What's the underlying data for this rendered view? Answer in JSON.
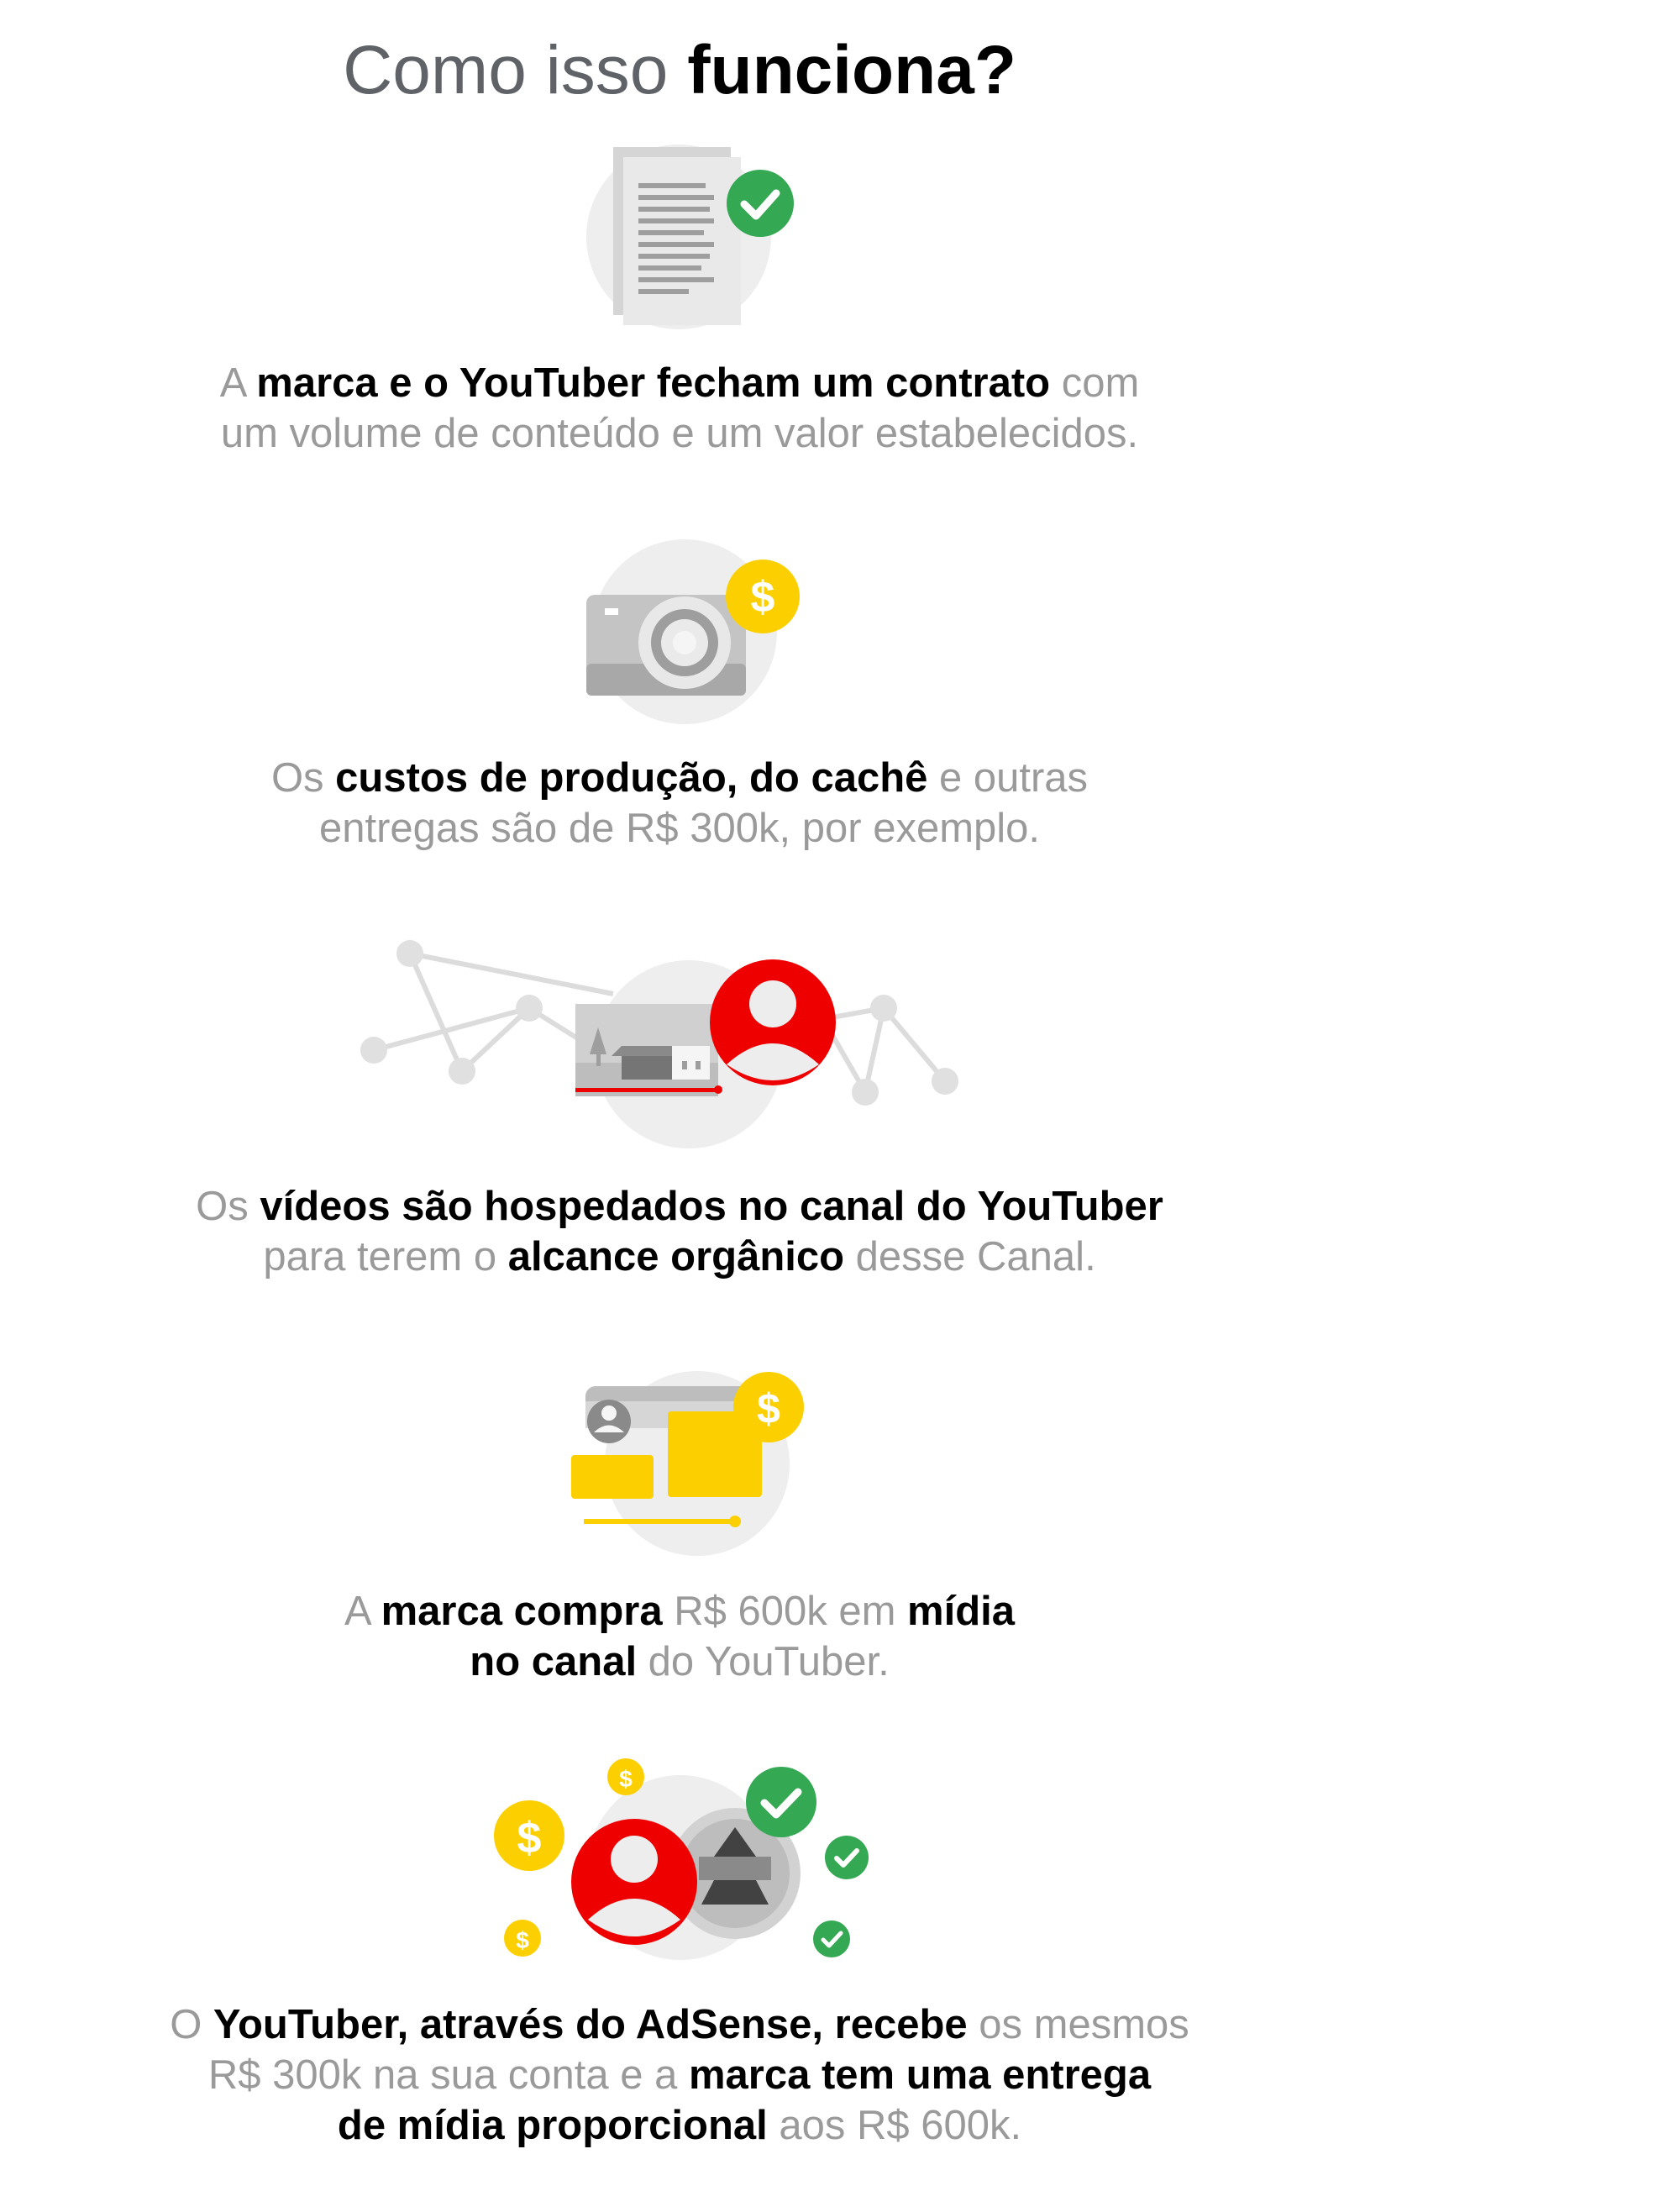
{
  "title": {
    "light": "Como isso ",
    "bold": "funciona?"
  },
  "steps": [
    {
      "icon": "contract-document-check-icon",
      "lines": [
        [
          {
            "t": "A ",
            "b": false
          },
          {
            "t": "marca e o YouTuber fecham um contrato",
            "b": true
          },
          {
            "t": " com",
            "b": false
          }
        ],
        [
          {
            "t": "um volume de conteúdo e um valor estabelecidos.",
            "b": false
          }
        ]
      ]
    },
    {
      "icon": "camera-dollar-icon",
      "lines": [
        [
          {
            "t": "Os ",
            "b": false
          },
          {
            "t": "custos de produção, do cachê",
            "b": true
          },
          {
            "t": " e outras",
            "b": false
          }
        ],
        [
          {
            "t": "entregas são de R$ 300k, por exemplo.",
            "b": false
          }
        ]
      ]
    },
    {
      "icon": "video-channel-network-icon",
      "lines": [
        [
          {
            "t": "Os ",
            "b": false
          },
          {
            "t": "vídeos são hospedados no canal do YouTuber",
            "b": true
          }
        ],
        [
          {
            "t": "para terem o ",
            "b": false
          },
          {
            "t": "alcance orgânico",
            "b": true
          },
          {
            "t": " desse Canal.",
            "b": false
          }
        ]
      ]
    },
    {
      "icon": "media-buy-dollar-icon",
      "lines": [
        [
          {
            "t": "A ",
            "b": false
          },
          {
            "t": "marca compra",
            "b": true
          },
          {
            "t": " R$ 600k em ",
            "b": false
          },
          {
            "t": "mídia",
            "b": true
          }
        ],
        [
          {
            "t": "no canal",
            "b": true
          },
          {
            "t": " do YouTuber.",
            "b": false
          }
        ]
      ]
    },
    {
      "icon": "adsense-payout-delivery-icon",
      "lines": [
        [
          {
            "t": "O ",
            "b": false
          },
          {
            "t": "YouTuber, através do AdSense, recebe",
            "b": true
          },
          {
            "t": " os mesmos",
            "b": false
          }
        ],
        [
          {
            "t": "R$ 300k na sua conta e a ",
            "b": false
          },
          {
            "t": "marca tem uma entrega",
            "b": true
          }
        ],
        [
          {
            "t": "de mídia proporcional",
            "b": true
          },
          {
            "t": " aos R$ 600k.",
            "b": false
          }
        ]
      ]
    }
  ],
  "colors": {
    "gray_circle": "#eeeeee",
    "green": "#34a853",
    "yellow": "#fcd000",
    "red": "#ee0000",
    "caption_gray": "#9a9a9a"
  }
}
